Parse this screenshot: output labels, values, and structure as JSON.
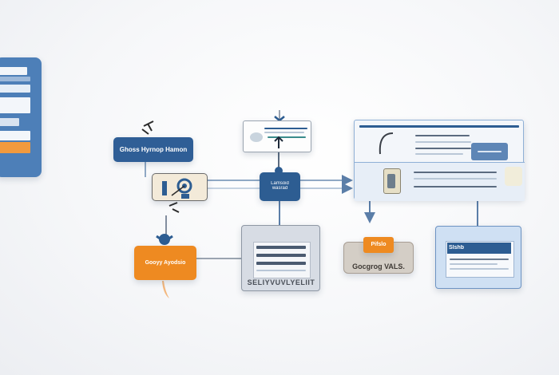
{
  "diagram": {
    "node_a_label": "Ghoss Hyrnop Hamon",
    "node_d_label_1": "Lamsoid",
    "node_d_label_2": "wasrad",
    "node_e_label": "Gooyy Ayodsio",
    "node_f_label": "SELIYVUVLYELIIT",
    "node_g_tag_label": "Pifslo",
    "node_g_label": "Gocgrog VALS.",
    "node_h_label": "Slshb"
  },
  "colors": {
    "primary_blue": "#2f5e96",
    "accent_orange": "#ee8a21",
    "connector": "#8fa8c4"
  }
}
